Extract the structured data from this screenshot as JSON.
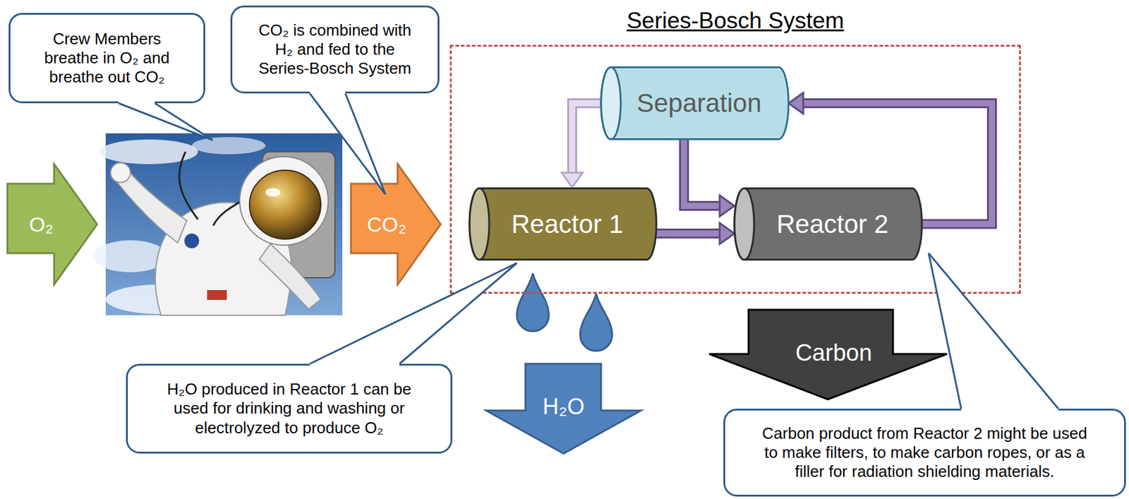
{
  "diagram": {
    "nodes": [
      {
        "text": [
          "Crew Members breathe in O₂ and breathe out CO₂"
        ]
      },
      {
        "text": [
          "CO₂ is combined with H₂ and fed to the Series-Bosch System"
        ]
      },
      {
        "text": [
          "Series-Bosch System"
        ]
      },
      {
        "text": [
          "Separation"
        ],
        "in": 2
      },
      {
        "text": [
          "O₂"
        ]
      },
      {
        "text": [
          "CO₂"
        ]
      },
      {
        "text": [
          "Reactor 1"
        ],
        "in": 2
      },
      {
        "text": [
          "Reactor 2"
        ],
        "in": 2
      },
      {
        "text": [
          "Carbon"
        ]
      },
      {
        "text": [
          "H₂O"
        ]
      },
      {
        "text": [
          "H₂O produced in Reactor 1 can be used for drinking and washing or electrolyzed to produce O₂"
        ]
      },
      {
        "text": [
          "Carbon product from Reactor 2 might be used to make filters, to make carbon ropes, or as a filler for radiation shielding materials."
        ]
      }
    ],
    "edges": [
      {
        "from": 3,
        "to": 6,
        "arrow": "to"
      },
      {
        "from": 3,
        "to": 7,
        "arrow": "to"
      },
      {
        "from": 6,
        "to": 7,
        "arrow": "to"
      },
      {
        "from": 7,
        "to": 3,
        "arrow": "to"
      }
    ]
  }
}
